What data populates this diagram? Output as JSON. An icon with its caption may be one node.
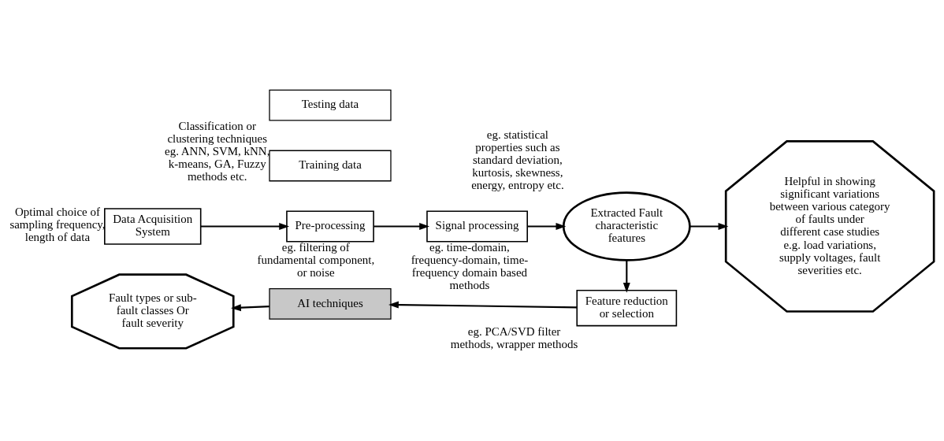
{
  "diagram": {
    "nodes": [
      {
        "text": [
          "Data Acquisition System"
        ],
        "beside": [
          "Optimal choice of sampling frequency, length of data"
        ]
      },
      {
        "text": [
          "Pre-processing"
        ],
        "beside": [
          "eg. filtering of fundamental component, or noise"
        ]
      },
      {
        "text": [
          "Signal processing"
        ],
        "beside": [
          "eg. time-domain, frequency-domain, time-frequency domain based methods"
        ]
      },
      {
        "text": [
          "Extracted Fault characteristic features"
        ],
        "beside": [
          "eg. statistical properties such as standard deviation, kurtosis, skewness, energy, entropy etc."
        ]
      },
      {
        "text": [
          "Helpful in showing significant variations between various category of faults under different case studies e.g. load variations, supply voltages, fault severities etc."
        ]
      },
      {
        "text": [
          "Feature reduction or selection"
        ],
        "beside": [
          "eg. PCA/SVD filter methods, wrapper methods"
        ]
      },
      {
        "text": [
          "Training data"
        ]
      },
      {
        "text": [
          "AI techniques"
        ]
      },
      {
        "text": [
          "Testing data"
        ],
        "beside": [
          "Classification or clustering techniques eg. ANN, SVM, kNN, k-means, GA, Fuzzy methods etc."
        ]
      },
      {
        "text": [
          "Fault types or sub-fault classes Or fault severity"
        ]
      }
    ],
    "edges": [
      {
        "from": 0,
        "to": 1,
        "arrow": "to"
      },
      {
        "from": 1,
        "to": 2,
        "arrow": "to"
      },
      {
        "from": 2,
        "to": 3,
        "arrow": "to"
      },
      {
        "from": 3,
        "to": 4,
        "arrow": "to"
      },
      {
        "from": 3,
        "to": 5,
        "arrow": "to"
      },
      {
        "from": 5,
        "to": 7,
        "arrow": "to"
      },
      {
        "from": 7,
        "to": 9,
        "arrow": "to"
      }
    ]
  }
}
